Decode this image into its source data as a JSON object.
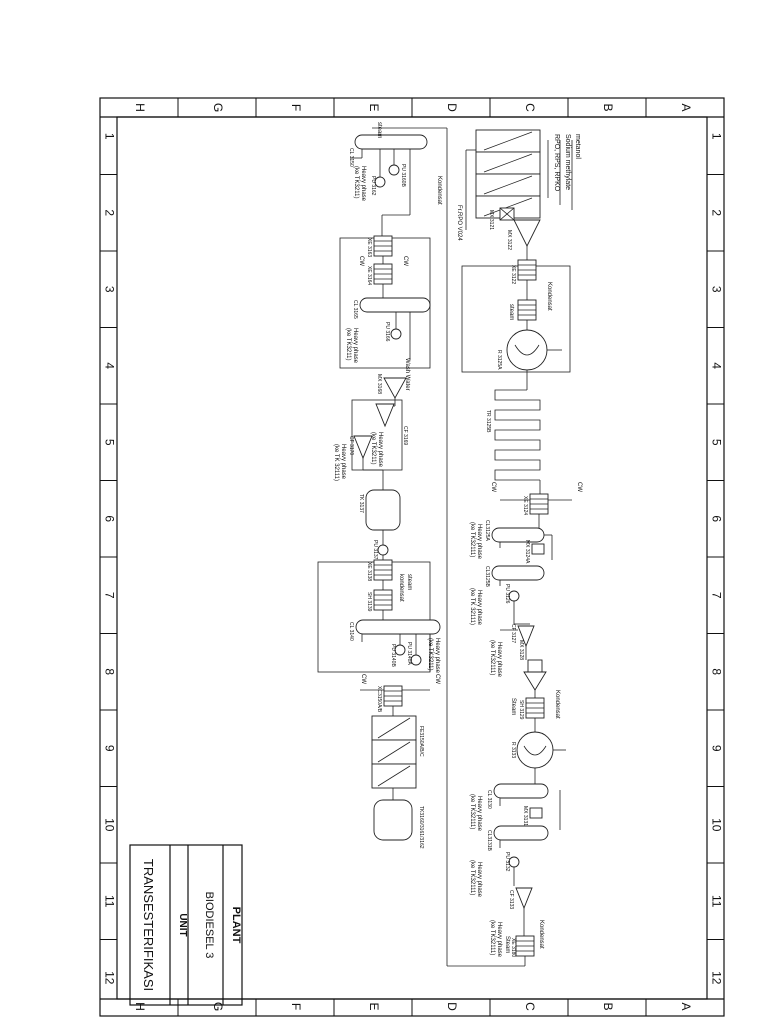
{
  "grid": {
    "columns": [
      "1",
      "2",
      "3",
      "4",
      "5",
      "6",
      "7",
      "8",
      "9",
      "10",
      "11",
      "12"
    ],
    "rows": [
      "A",
      "B",
      "C",
      "D",
      "E",
      "F",
      "G",
      "H"
    ]
  },
  "title_block": {
    "plant_label": "PLANT",
    "plant_value": "BIODIESEL 3",
    "unit_label": "UNIT",
    "unit_value": "TRANSESTERIFIKASI"
  },
  "labels": {
    "metanol": "metanol",
    "sodium": "Sodium methylate",
    "rpo": "RPO, RPS, RPKO",
    "fromtk": "Fr.RPO V024",
    "mx3121": "MX 3121",
    "mx3122": "MX 3122",
    "xe3122": "XE 3122",
    "kond1": "Kondensat",
    "steam1": "steam",
    "r3125a": "R 3125A",
    "tr3125b": "TR 3125B",
    "cw1": "CW",
    "cw2": "CW",
    "xe3124": "XE 3124",
    "cl3125a": "CL3125A",
    "heavy1": "Heavy phase",
    "ketk1": "(ke TK32111)",
    "mx3124a": "MX 3124A",
    "cl3125b": "CL3125B",
    "pu3126": "PU 3126",
    "heavy2": "Heavy phase",
    "ketk2": "(ke TK 32111)",
    "cf3127": "CF 3127",
    "mx3128": "MX 3128",
    "heavy3": "Heavy phase",
    "ketk3": "(ke TK32111)",
    "kond2": "Kondensat",
    "sh3129": "SH 3129",
    "steam2": "Steam",
    "r3133": "R 3133",
    "cl3130": "CL 3130",
    "mx3131": "MX 3131",
    "heavy4": "Heavy phase",
    "ketk4": "(ke TK32111)",
    "cl3131b": "CL3131B",
    "pu3132": "PU 3132",
    "heavy5": "Heavy phase",
    "ketk5": "(ke TK32111)",
    "cf3133": "CF 3133",
    "kond3": "Kondensat",
    "steam3": "Steam",
    "xe3180": "XE 3180",
    "heavy6": "Heavy phase",
    "ketk6": "(ke TK32111)",
    "steam4": "steam",
    "kond4": "Kondensat",
    "cl3150": "CL 3150",
    "pu3160b": "PU 3160B",
    "pu3162": "PU 3162",
    "heavy7": "Heavy phase",
    "ketk7": "(ke TK3211)",
    "xe3163": "XE 3163",
    "cw3": "CW",
    "xe3164": "XE 3164",
    "cw4": "CW",
    "cl3165": "CL 3165",
    "pu3166": "PU 3166",
    "heavy8": "Heavy phase",
    "ketk8": "(ke TK3211)",
    "wash": "Wash Water",
    "mx3168": "MX 3168",
    "cf3169": "CF 3169",
    "heavy9": "Heavy phase",
    "ketk9": "(ke TK3211)",
    "cf3170": "CF 3170",
    "heavy10": "Heavy phase",
    "ketk10": "(ke TK 32111)",
    "tk3137": "TK 3137",
    "pu3137": "PU 3137",
    "xe3138": "XE 3138",
    "steam5": "steam",
    "kond5": "kondensat",
    "sh3139": "SH 3139",
    "cl3140": "CL 3140",
    "pu3140a": "PU 3140A",
    "pu3140b": "PU 3140B",
    "heavy11": "Heavy phase",
    "ketk11": "(ke TK3211)",
    "xc3150": "XC3150A/B",
    "cw5": "CW",
    "cw6": "CW",
    "fe3150": "FE3150A/B/C",
    "tk3160": "TK3160/3161/3162"
  }
}
